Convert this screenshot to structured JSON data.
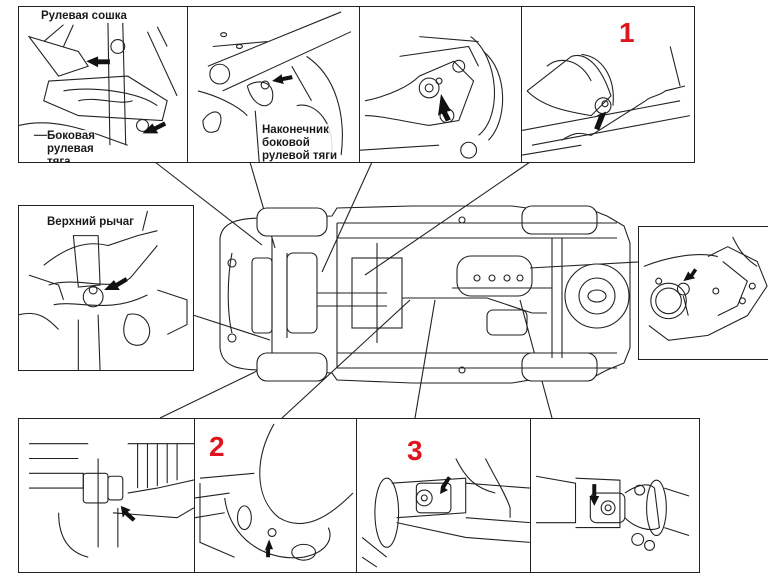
{
  "figure": {
    "title": "",
    "description": "Underbody lubrication points diagram with callout detail views"
  },
  "colors": {
    "line": "#222222",
    "callout_number": "#e0141c",
    "background": "#ffffff"
  },
  "panels": {
    "top_1": {
      "labels": [
        "Рулевая сошка",
        "Боковая\nрулевая\nтяга"
      ]
    },
    "top_2": {
      "labels": [
        "Наконечник\nбоковой\nрулевой тяги"
      ]
    },
    "top_3": {
      "labels": []
    },
    "top_4": {
      "number": "1"
    },
    "middle_left": {
      "labels": [
        "Верхний рычаг"
      ]
    },
    "middle_right": {
      "labels": []
    },
    "bottom_1": {
      "labels": []
    },
    "bottom_2": {
      "number": "2"
    },
    "bottom_3": {
      "number": "3"
    },
    "bottom_4": {
      "labels": []
    }
  }
}
